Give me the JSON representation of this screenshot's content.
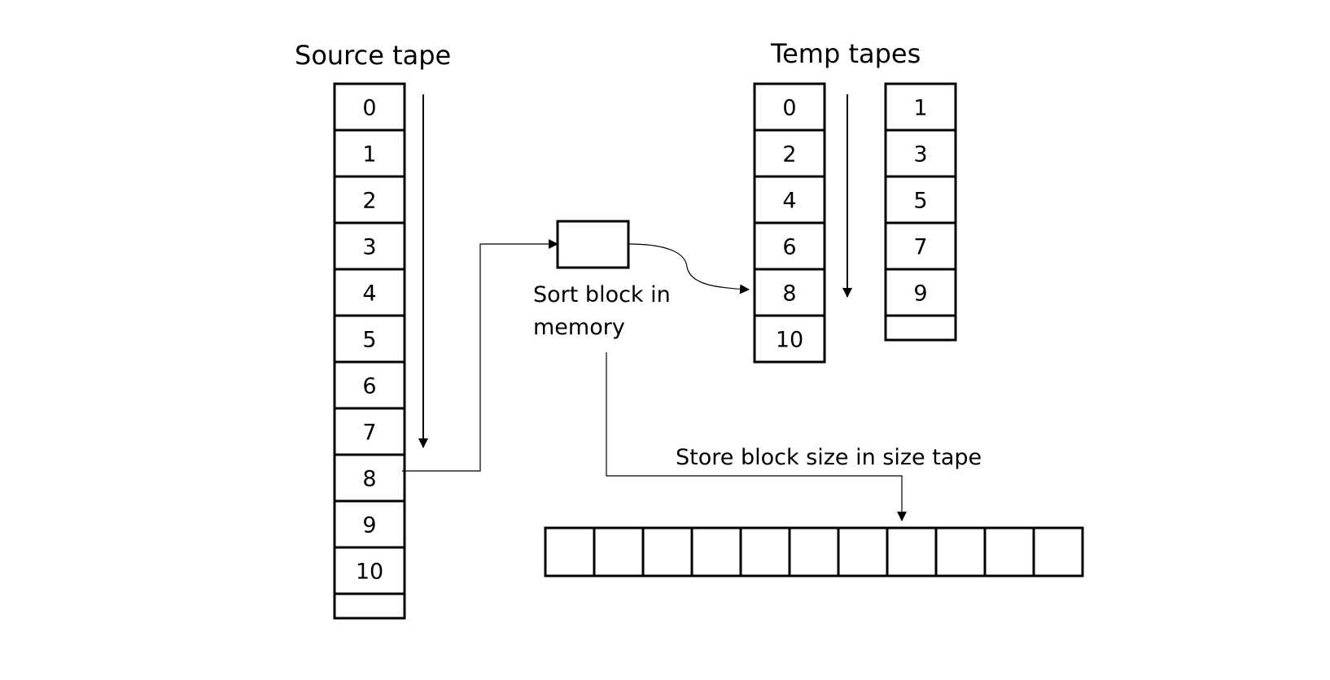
{
  "source_tape": {
    "title": "Source tape",
    "cells": [
      "0",
      "1",
      "2",
      "3",
      "4",
      "5",
      "6",
      "7",
      "8",
      "9",
      "10",
      ""
    ]
  },
  "temp_tapes": {
    "title": "Temp tapes",
    "tapes": [
      {
        "cells": [
          "0",
          "2",
          "4",
          "6",
          "8",
          "10"
        ]
      },
      {
        "cells": [
          "1",
          "3",
          "5",
          "7",
          "9",
          ""
        ]
      }
    ]
  },
  "memory_block": {
    "label_line1": "Sort block in",
    "label_line2": "memory"
  },
  "size_tape": {
    "label": "Store block size in size tape",
    "cells": [
      "",
      "",
      "",
      "",
      "",
      "",
      "",
      "",
      "",
      "",
      ""
    ]
  }
}
